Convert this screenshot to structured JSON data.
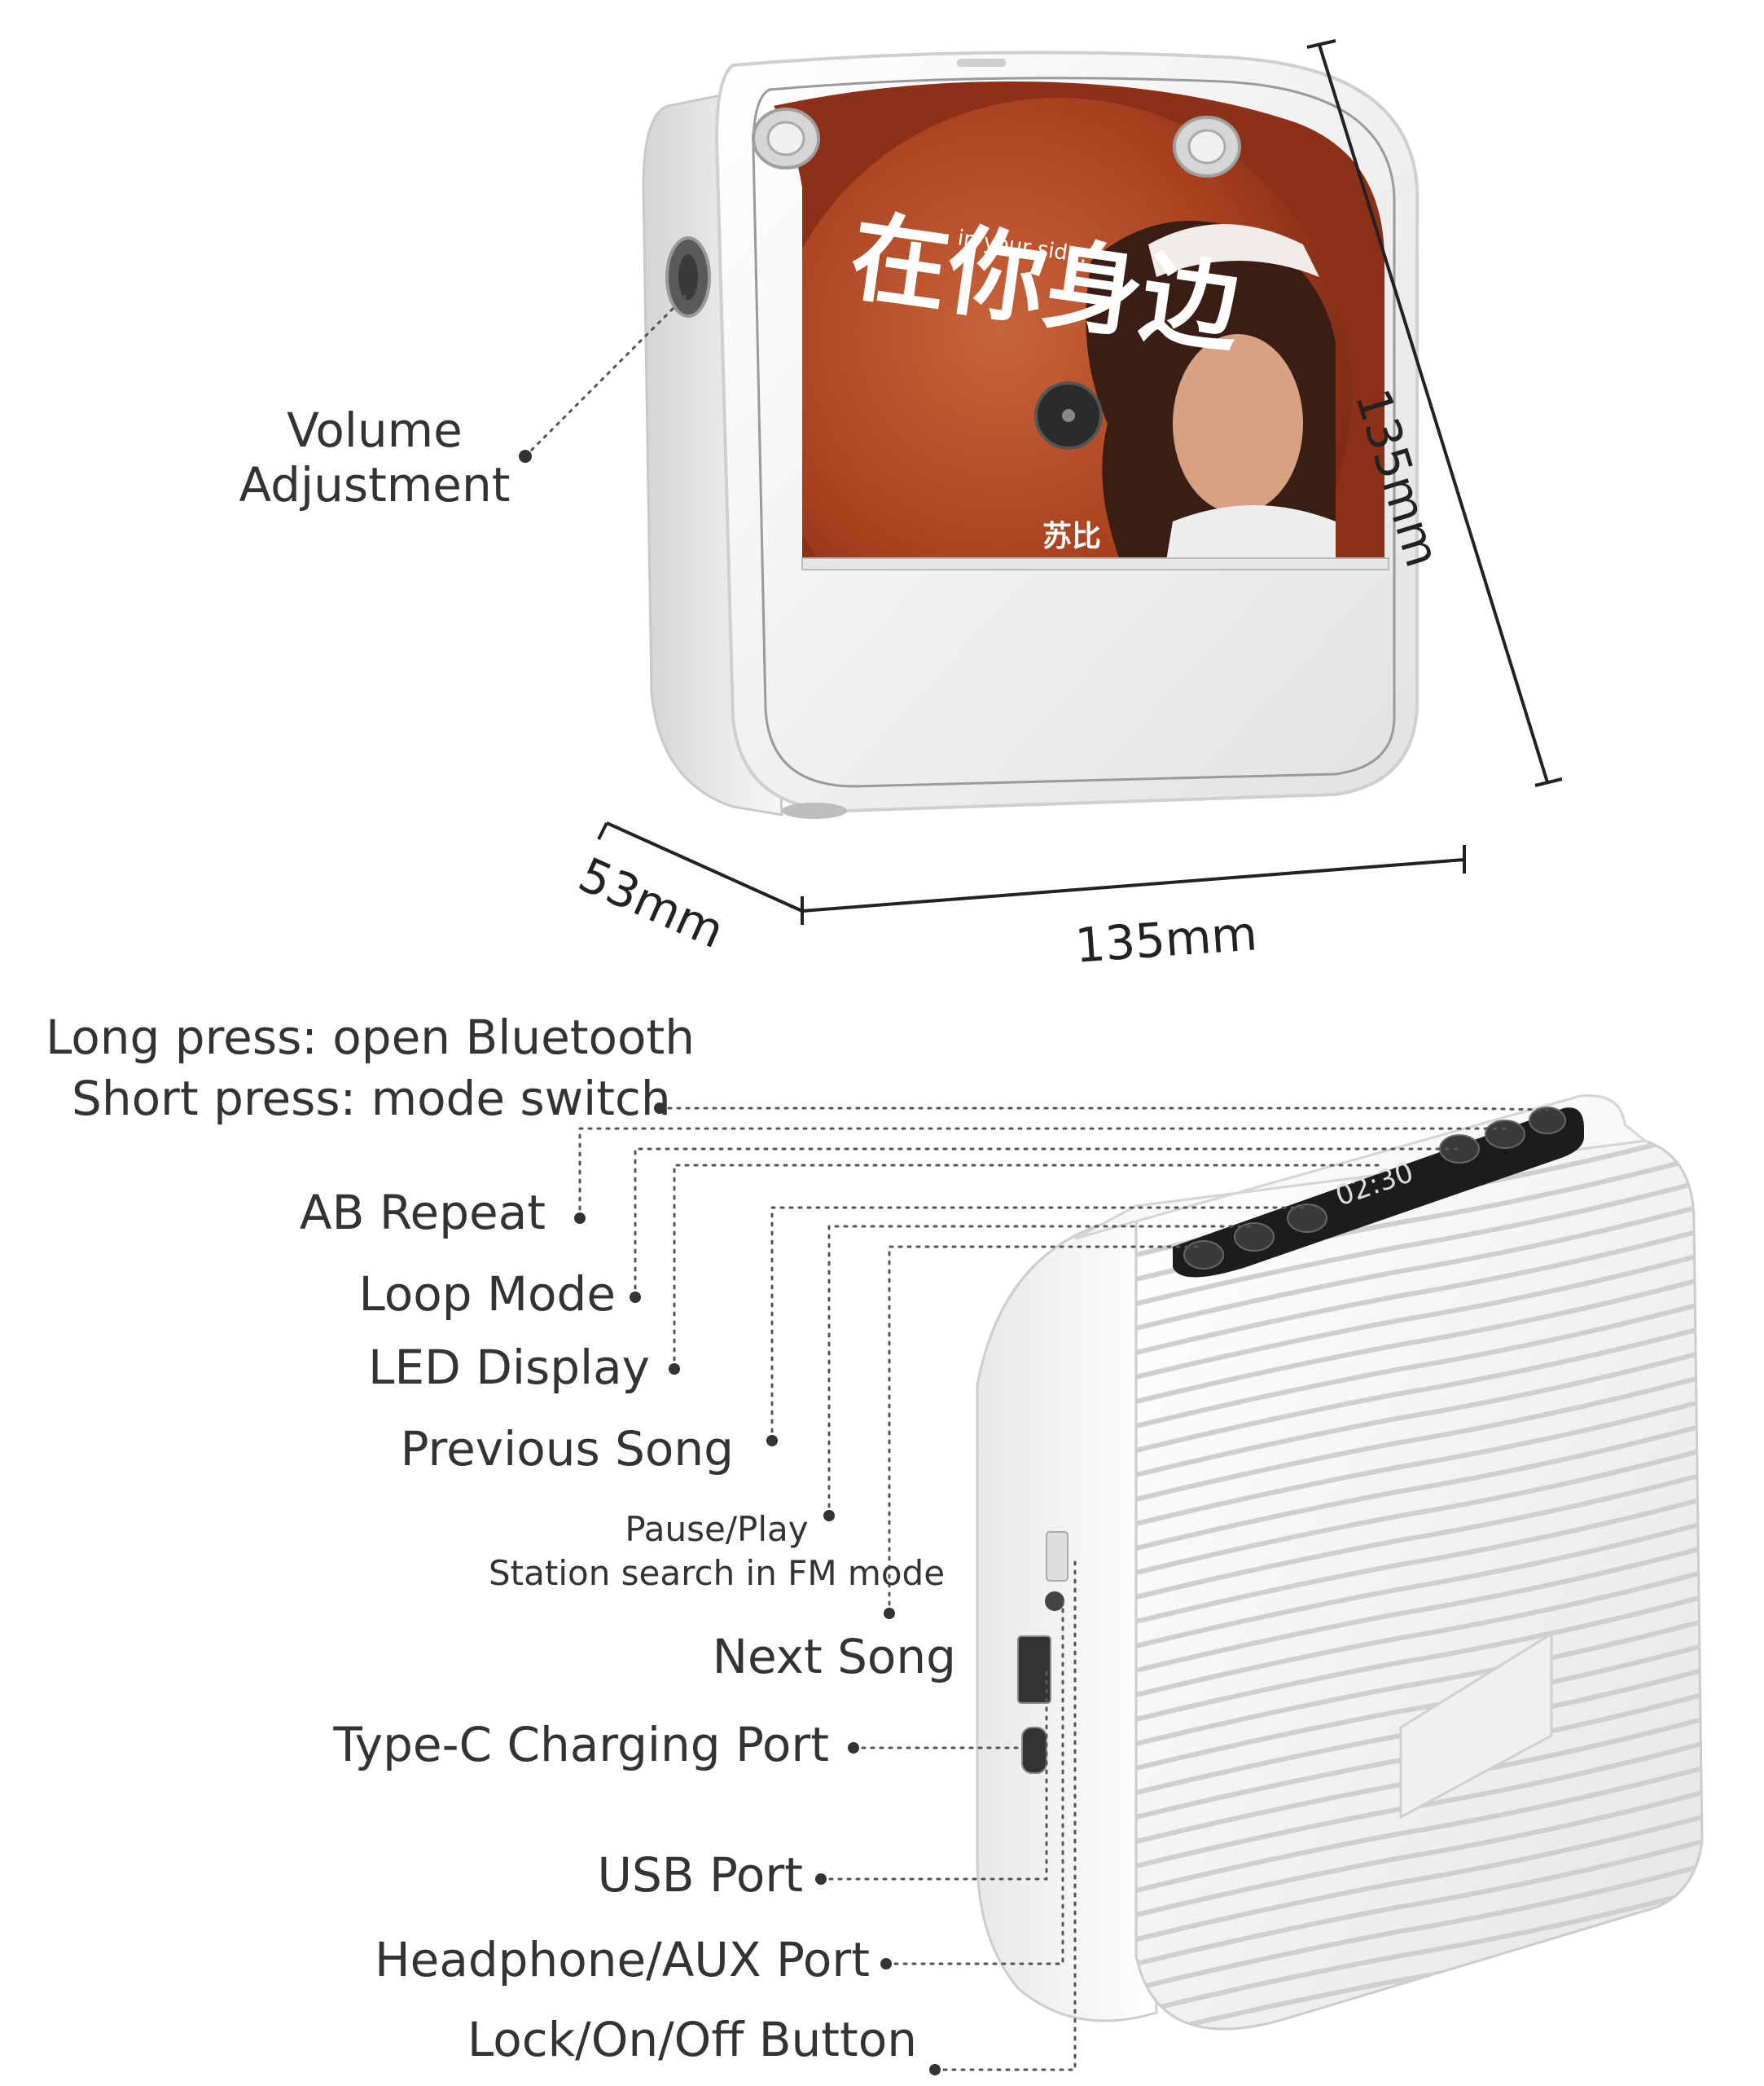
{
  "top_device": {
    "volume_label_line1": "Volume",
    "volume_label_line2": "Adjustment",
    "album_title_big": "在你身边",
    "album_subtitle": "in your side.",
    "album_artist": "苏比",
    "height_dim": "135mm",
    "width_dim": "135mm",
    "depth_dim": "53mm"
  },
  "bottom_device": {
    "display_time": "02:30",
    "callouts": {
      "bluetooth_line1": "Long press: open Bluetooth",
      "bluetooth_line2": "Short press: mode switch",
      "ab_repeat": "AB Repeat",
      "loop_mode": "Loop Mode",
      "led_display": "LED Display",
      "previous_song": "Previous Song",
      "pause_play_line1": "Pause/Play",
      "pause_play_line2": "Station search in FM mode",
      "next_song": "Next Song",
      "typec": "Type-C Charging Port",
      "usb": "USB Port",
      "headphone": "Headphone/AUX Port",
      "lock": "Lock/On/Off Button"
    }
  },
  "colors": {
    "device_body": "#f4f4f4",
    "device_edge": "#c9c9c9",
    "album_red": "#b4462a",
    "panel_dark": "#1c1c1e",
    "leader_line": "#555555"
  }
}
